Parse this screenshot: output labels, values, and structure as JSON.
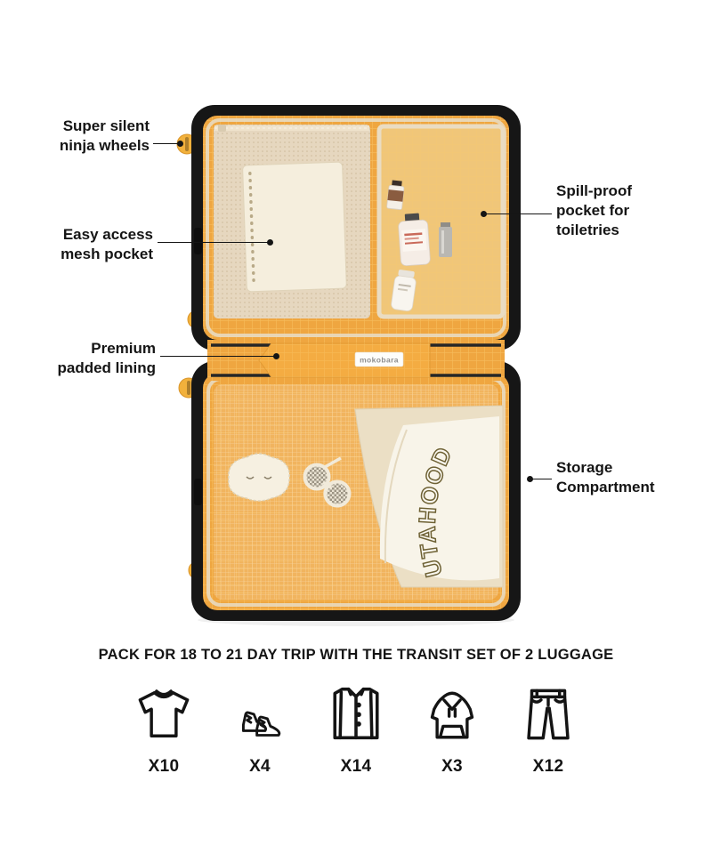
{
  "colors": {
    "lining_yellow": "#EFA640",
    "strap_yellow": "#F4AC42",
    "shell_black": "#161616",
    "cream": "#EBDFC5",
    "wheel_yellow": "#F2B13C"
  },
  "suitcase": {
    "brand_label": "mokobara",
    "shirt_text": "UTAHOOD"
  },
  "annotations": {
    "wheels": "Super silent ninja wheels",
    "mesh_pocket": "Easy access mesh pocket",
    "padded_lining": "Premium padded lining",
    "toiletries": "Spill-proof pocket for toiletries",
    "storage": "Storage Compartment"
  },
  "packing": {
    "title": "PACK FOR 18 TO 21 DAY TRIP WITH THE TRANSIT SET OF 2 LUGGAGE",
    "items": [
      {
        "icon": "tshirt-icon",
        "count": "X10"
      },
      {
        "icon": "sneakers-icon",
        "count": "X4"
      },
      {
        "icon": "shirt-icon",
        "count": "X14"
      },
      {
        "icon": "hoodie-icon",
        "count": "X3"
      },
      {
        "icon": "jeans-icon",
        "count": "X12"
      }
    ]
  }
}
